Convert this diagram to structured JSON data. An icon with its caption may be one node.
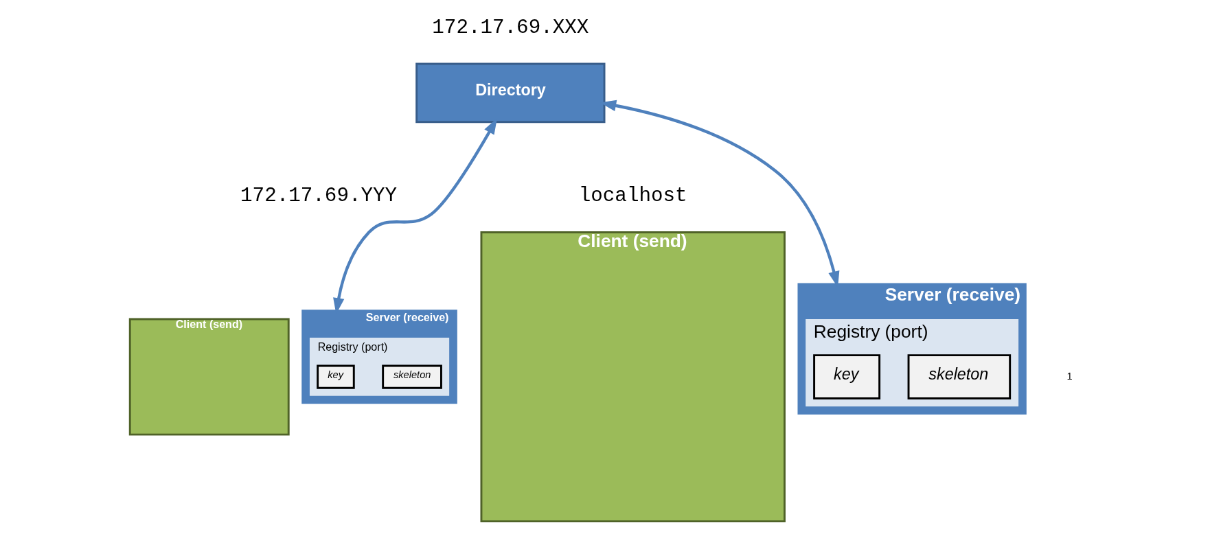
{
  "diagram": {
    "nodes": [
      {
        "text": [
          "Directory"
        ]
      },
      {
        "text": [
          "Client (send)"
        ]
      },
      {
        "text": [
          "Server (receive)"
        ]
      },
      {
        "text": [
          "Registry (port)"
        ],
        "in": 2
      },
      {
        "text": [
          "key"
        ],
        "in": 3
      },
      {
        "text": [
          "skeleton"
        ],
        "in": 3
      },
      {
        "text": [
          "Client (send)"
        ]
      },
      {
        "text": [
          "Server (receive)"
        ]
      },
      {
        "text": [
          "Registry (port)"
        ],
        "in": 7
      },
      {
        "text": [
          "key"
        ],
        "in": 8
      },
      {
        "text": [
          "skeleton"
        ],
        "in": 8
      }
    ],
    "edges": [
      {
        "from": 0,
        "to": 2,
        "arrow": "both"
      },
      {
        "from": 0,
        "to": 7,
        "arrow": "both"
      }
    ],
    "labels": [
      "172.17.69.XXX",
      "172.17.69.YYY",
      "1",
      "localhost"
    ]
  }
}
